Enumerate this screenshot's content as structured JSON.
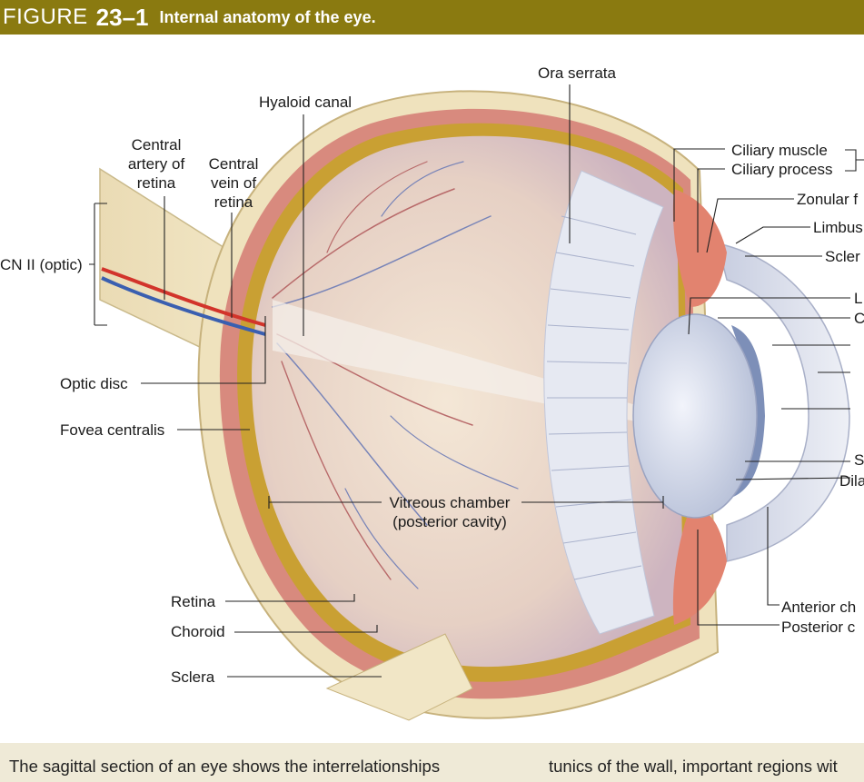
{
  "figure": {
    "word": "FIGURE",
    "number": "23–1",
    "title": "Internal anatomy of the eye."
  },
  "labels": {
    "ora_serrata": "Ora serrata",
    "hyaloid_canal": "Hyaloid canal",
    "central_artery": [
      "Central",
      "artery of",
      "retina"
    ],
    "central_vein": [
      "Central",
      "vein of",
      "retina"
    ],
    "cn_ii": "CN II (optic)",
    "optic_disc": "Optic disc",
    "fovea_centralis": "Fovea centralis",
    "vitreous_chamber": [
      "Vitreous chamber",
      "(posterior cavity)"
    ],
    "retina": "Retina",
    "choroid": "Choroid",
    "sclera": "Sclera",
    "ciliary_muscle": "Ciliary muscle",
    "ciliary_process": "Ciliary process",
    "zonular": "Zonular f",
    "limbus": "Limbus",
    "sclera_right": "Scler",
    "lens_partial": "L",
    "c_partial": "C",
    "s_partial": "S",
    "dila_partial": "Dila",
    "anterior_partial": "Anterior ch",
    "posterior_partial": "Posterior c"
  },
  "caption": {
    "left": "The sagittal section of an eye shows the interrelationships",
    "right": "tunics of the wall, important regions wit"
  },
  "colors": {
    "header_bg": "#8a7a10",
    "caption_bg": "#efead7",
    "sclera": "#efe2bd",
    "choroid": "#d88a7e",
    "retina": "#c9a033",
    "vitreous": "#e9d8c8",
    "artery": "#d2342b",
    "vein": "#3a5fb0",
    "iris": "#7d8fb8",
    "cornea": "#d8dcea"
  }
}
